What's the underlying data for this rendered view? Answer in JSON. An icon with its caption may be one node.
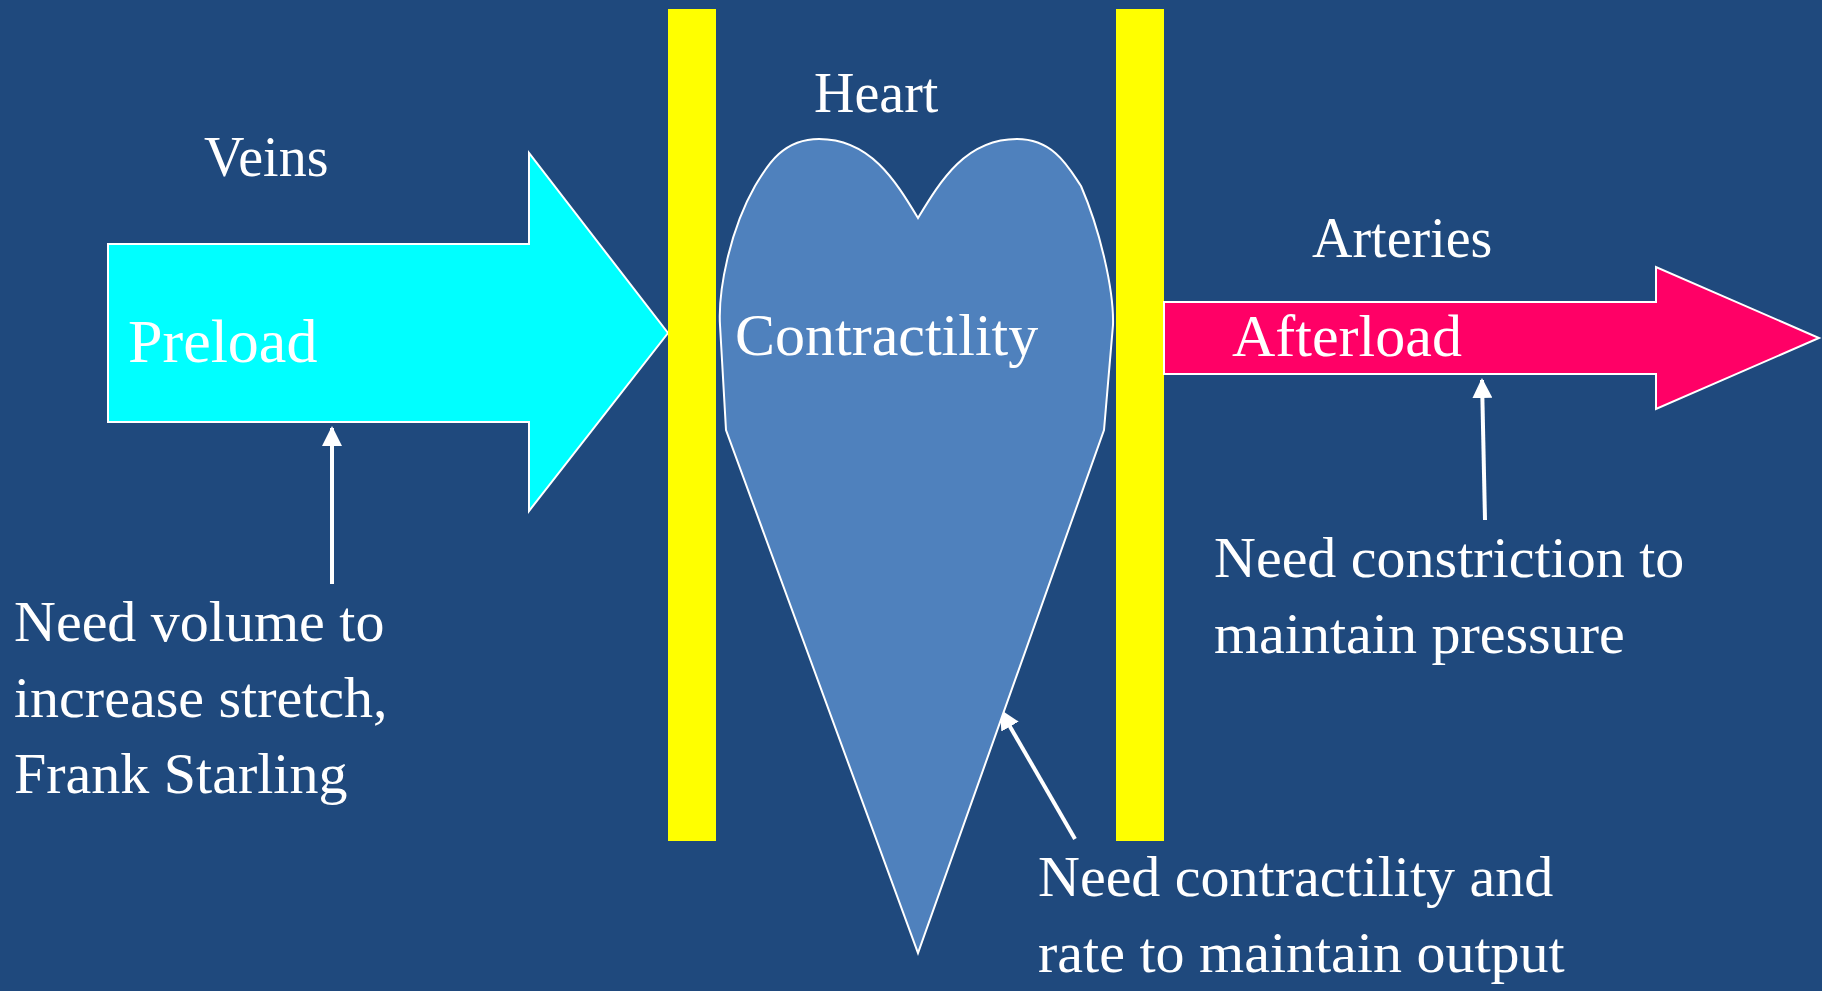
{
  "diagram": {
    "nodes": [
      {
        "text": [
          "Veins",
          "Preload"
        ]
      },
      {
        "text": [],
        "shape": "bar"
      },
      {
        "text": [
          "Heart",
          "Contractility"
        ]
      },
      {
        "text": [],
        "shape": "bar"
      },
      {
        "text": [
          "Arteries",
          "Afterload"
        ]
      },
      {
        "text": [
          "Need volume to  increase stretch, Frank Starling"
        ]
      },
      {
        "text": [
          "Need constriction to maintain pressure"
        ]
      },
      {
        "text": [
          "Need contractility and rate to maintain output"
        ]
      }
    ],
    "edges": [
      {
        "from": 5,
        "to": 0,
        "arrow": "to"
      },
      {
        "from": 6,
        "to": 4,
        "arrow": "to"
      },
      {
        "from": 7,
        "to": 2,
        "arrow": "to"
      }
    ]
  }
}
